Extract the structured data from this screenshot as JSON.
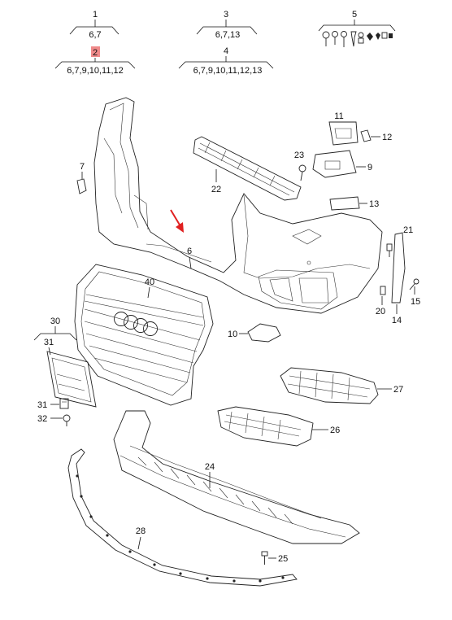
{
  "header_groups": [
    {
      "top": "1",
      "bottom": "6,7"
    },
    {
      "top": "3",
      "bottom": "6,7,13"
    },
    {
      "top": "5",
      "bottom": ""
    },
    {
      "top": "2",
      "bottom": "6,7,9,10,11,12"
    },
    {
      "top": "4",
      "bottom": "6,7,9,10,11,12,13"
    }
  ],
  "highlighted_group": "2",
  "callouts": {
    "c6": "6",
    "c7": "7",
    "c9": "9",
    "c10": "10",
    "c11": "11",
    "c12": "12",
    "c13": "13",
    "c14": "14",
    "c15": "15",
    "c20": "20",
    "c21": "21",
    "c22": "22",
    "c23": "23",
    "c24": "24",
    "c25": "25",
    "c26": "26",
    "c27": "27",
    "c28": "28",
    "c30": "30",
    "c31": "31",
    "c32": "32",
    "c40": "40"
  },
  "colors": {
    "highlight": "#f08a8a",
    "arrow": "#e02020"
  }
}
